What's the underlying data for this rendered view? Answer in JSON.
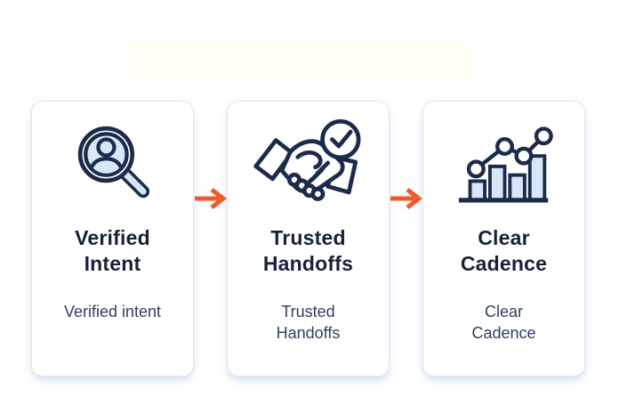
{
  "page": {
    "background": "#ffffff",
    "header_band_color": "#fffef5"
  },
  "colors": {
    "navy_stroke": "#1c2b4a",
    "title_text": "#16213a",
    "subtitle_text": "#31405e",
    "icon_fill": "#d8e7f8",
    "card_border": "#dde6f2",
    "card_background": "#ffffff",
    "arrow_orange": "#f1592b"
  },
  "cards": [
    {
      "icon": "user-search-icon",
      "title": "Verified\nIntent",
      "subtitle": "Verified intent"
    },
    {
      "icon": "handshake-check-icon",
      "title": "Trusted\nHandoffs",
      "subtitle": "Trusted\nHandoffs"
    },
    {
      "icon": "bar-chart-trend-icon",
      "title": "Clear\nCadence",
      "subtitle": "Clear\nCadence"
    }
  ],
  "arrows": {
    "count": 2,
    "direction": "right"
  }
}
